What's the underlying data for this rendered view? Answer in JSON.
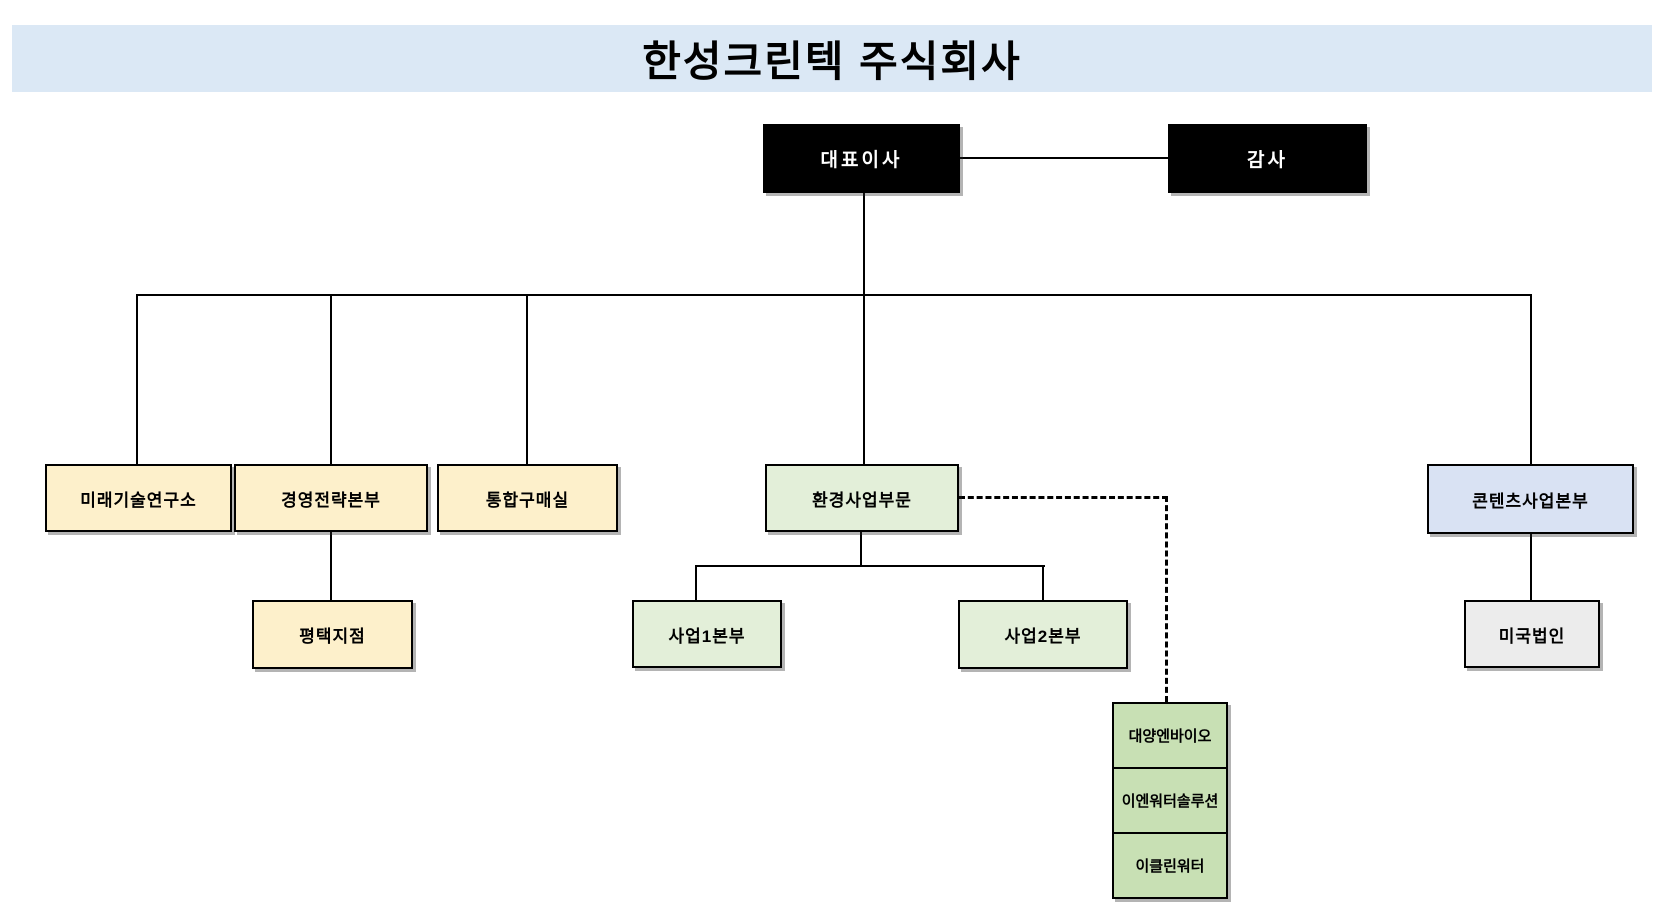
{
  "title": {
    "text": "한성크린텍 주식회사"
  },
  "palette": {
    "title_bg": "#DBE8F5",
    "executive_bg": "#000000",
    "executive_fg": "#FFFFFF",
    "admin_yellow": "#FDF0CB",
    "division_green": "#E3EFD9",
    "contents_blue": "#D9E2F3",
    "overseas_gray": "#ECECEC",
    "subsidiary_green": "#C8E0B4",
    "line_color": "#000000"
  },
  "nodes": {
    "ceo": {
      "label": "대표이사"
    },
    "auditor": {
      "label": "감사"
    },
    "research": {
      "label": "미래기술연구소"
    },
    "strategy": {
      "label": "경영전략본부"
    },
    "purchasing": {
      "label": "통합구매실"
    },
    "environment": {
      "label": "환경사업부문"
    },
    "contents": {
      "label": "콘텐츠사업본부"
    },
    "pyeongtaek": {
      "label": "평택지점"
    },
    "biz1": {
      "label": "사업1본부"
    },
    "biz2": {
      "label": "사업2본부"
    },
    "us": {
      "label": "미국법인"
    },
    "subsidiaries": [
      {
        "label": "대양엔바이오"
      },
      {
        "label": "이엔워터솔루션"
      },
      {
        "label": "이클린워터"
      }
    ]
  }
}
